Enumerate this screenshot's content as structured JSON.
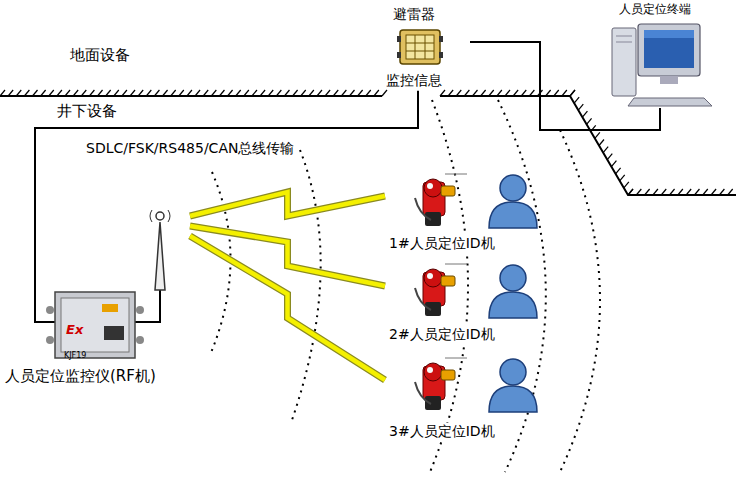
{
  "diagram": {
    "nodes": [
      {
        "text": [
          "避雷器",
          "监控信息"
        ]
      },
      {
        "text": [
          "人员定位终端"
        ]
      },
      {
        "text": [
          "人员定位监控仪(RF机)"
        ]
      },
      {
        "text": [
          "1#人员定位ID机"
        ]
      },
      {
        "text": [
          "2#人员定位ID机"
        ]
      },
      {
        "text": [
          "3#人员定位ID机"
        ]
      }
    ],
    "edges": [
      {
        "from": 0,
        "to": 1,
        "arrow": "none"
      },
      {
        "from": 2,
        "to": 0,
        "arrow": "none"
      },
      {
        "from": 2,
        "to": 3,
        "arrow": "none"
      },
      {
        "from": 2,
        "to": 4,
        "arrow": "none"
      },
      {
        "from": 2,
        "to": 5,
        "arrow": "none"
      }
    ],
    "labels": [
      "地面设备",
      "井下设备",
      "SDLC/FSK/RS485/CAN总线传输",
      "Ex",
      "KJF19"
    ]
  }
}
